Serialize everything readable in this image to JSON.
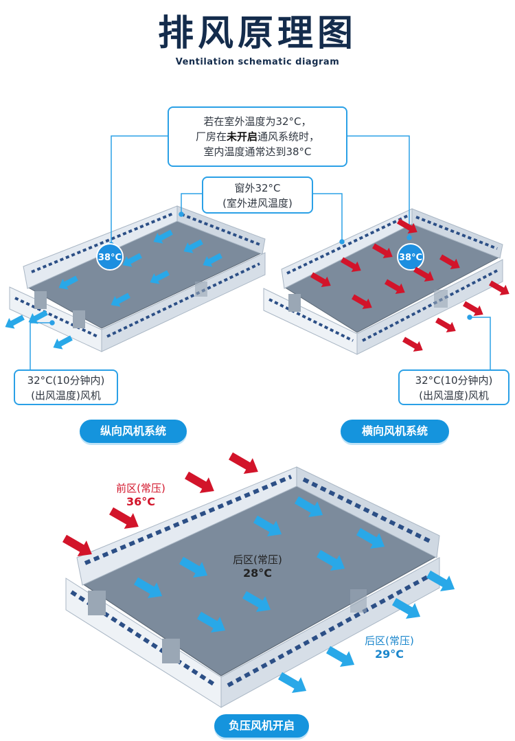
{
  "header": {
    "title": "排风原理图",
    "subtitle": "Ventilation schematic diagram"
  },
  "callouts": {
    "top": {
      "line1": "若在室外温度为32°C，",
      "line2_pre": "厂房在",
      "line2_bold": "未开启",
      "line2_post": "通风系统时，",
      "line3": "室内温度通常达到38°C"
    },
    "window": {
      "line1": "窗外32°C",
      "line2": "(室外进风温度)"
    },
    "exhaust_left": {
      "line1": "32°C(10分钟内)",
      "line2": "(出风温度)风机"
    },
    "exhaust_right": {
      "line1": "32°C(10分钟内)",
      "line2": "(出风温度)风机"
    }
  },
  "badges": {
    "left": "38°C",
    "right": "38°C"
  },
  "labels": {
    "longitudinal": "纵向风机系统",
    "transverse": "横向风机系统",
    "negative": "负压风机开启"
  },
  "zones": {
    "front": {
      "name": "前区(常压)",
      "temp": "36°C"
    },
    "middle": {
      "name": "后区(常压)",
      "temp": "28°C"
    },
    "rear": {
      "name": "后区(常压)",
      "temp": "29°C"
    }
  },
  "colors": {
    "accent": "#1594dd",
    "callout_border": "#2aa0e6",
    "title": "#142c4c",
    "hot_arrow": "#d2142a",
    "cool_arrow": "#29a8e8",
    "floor": "#7c8b9c",
    "wall": "#dfe6ee",
    "window": "#2c4f86"
  }
}
